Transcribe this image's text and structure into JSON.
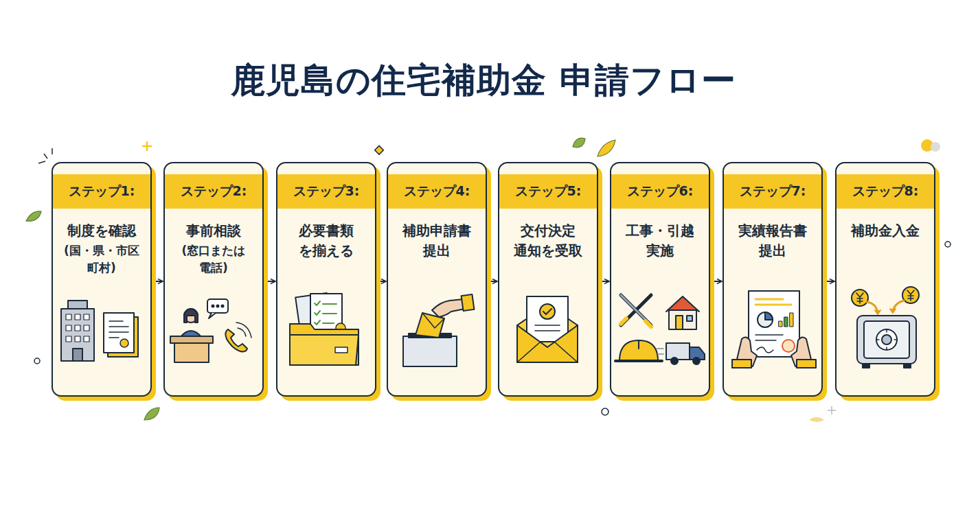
{
  "diagram": {
    "title": "鹿児島の住宅補助金 申請フロー",
    "nodes": [
      {
        "text": [
          "ステップ1:",
          "制度を確認",
          "(国・県・市区 町村)"
        ]
      },
      {
        "text": [
          "ステップ2:",
          "事前相談",
          "(窓口または 電話)"
        ]
      },
      {
        "text": [
          "ステップ3:",
          "必要書類 を揃える"
        ]
      },
      {
        "text": [
          "ステップ4:",
          "補助申請書 提出"
        ]
      },
      {
        "text": [
          "ステップ5:",
          "交付決定 通知を受取"
        ]
      },
      {
        "text": [
          "ステップ6:",
          "工事・引越 実施"
        ]
      },
      {
        "text": [
          "ステップ7:",
          "実績報告書 提出"
        ]
      },
      {
        "text": [
          "ステップ8:",
          "補助金入金"
        ]
      }
    ],
    "edges": [
      {
        "from": 0,
        "to": 1,
        "arrow": "to"
      },
      {
        "from": 1,
        "to": 2,
        "arrow": "to"
      },
      {
        "from": 2,
        "to": 3,
        "arrow": "to"
      },
      {
        "from": 3,
        "to": 4,
        "arrow": "to"
      },
      {
        "from": 4,
        "to": 5,
        "arrow": "to"
      },
      {
        "from": 5,
        "to": 6,
        "arrow": "to"
      },
      {
        "from": 6,
        "to": 7,
        "arrow": "to"
      }
    ]
  }
}
